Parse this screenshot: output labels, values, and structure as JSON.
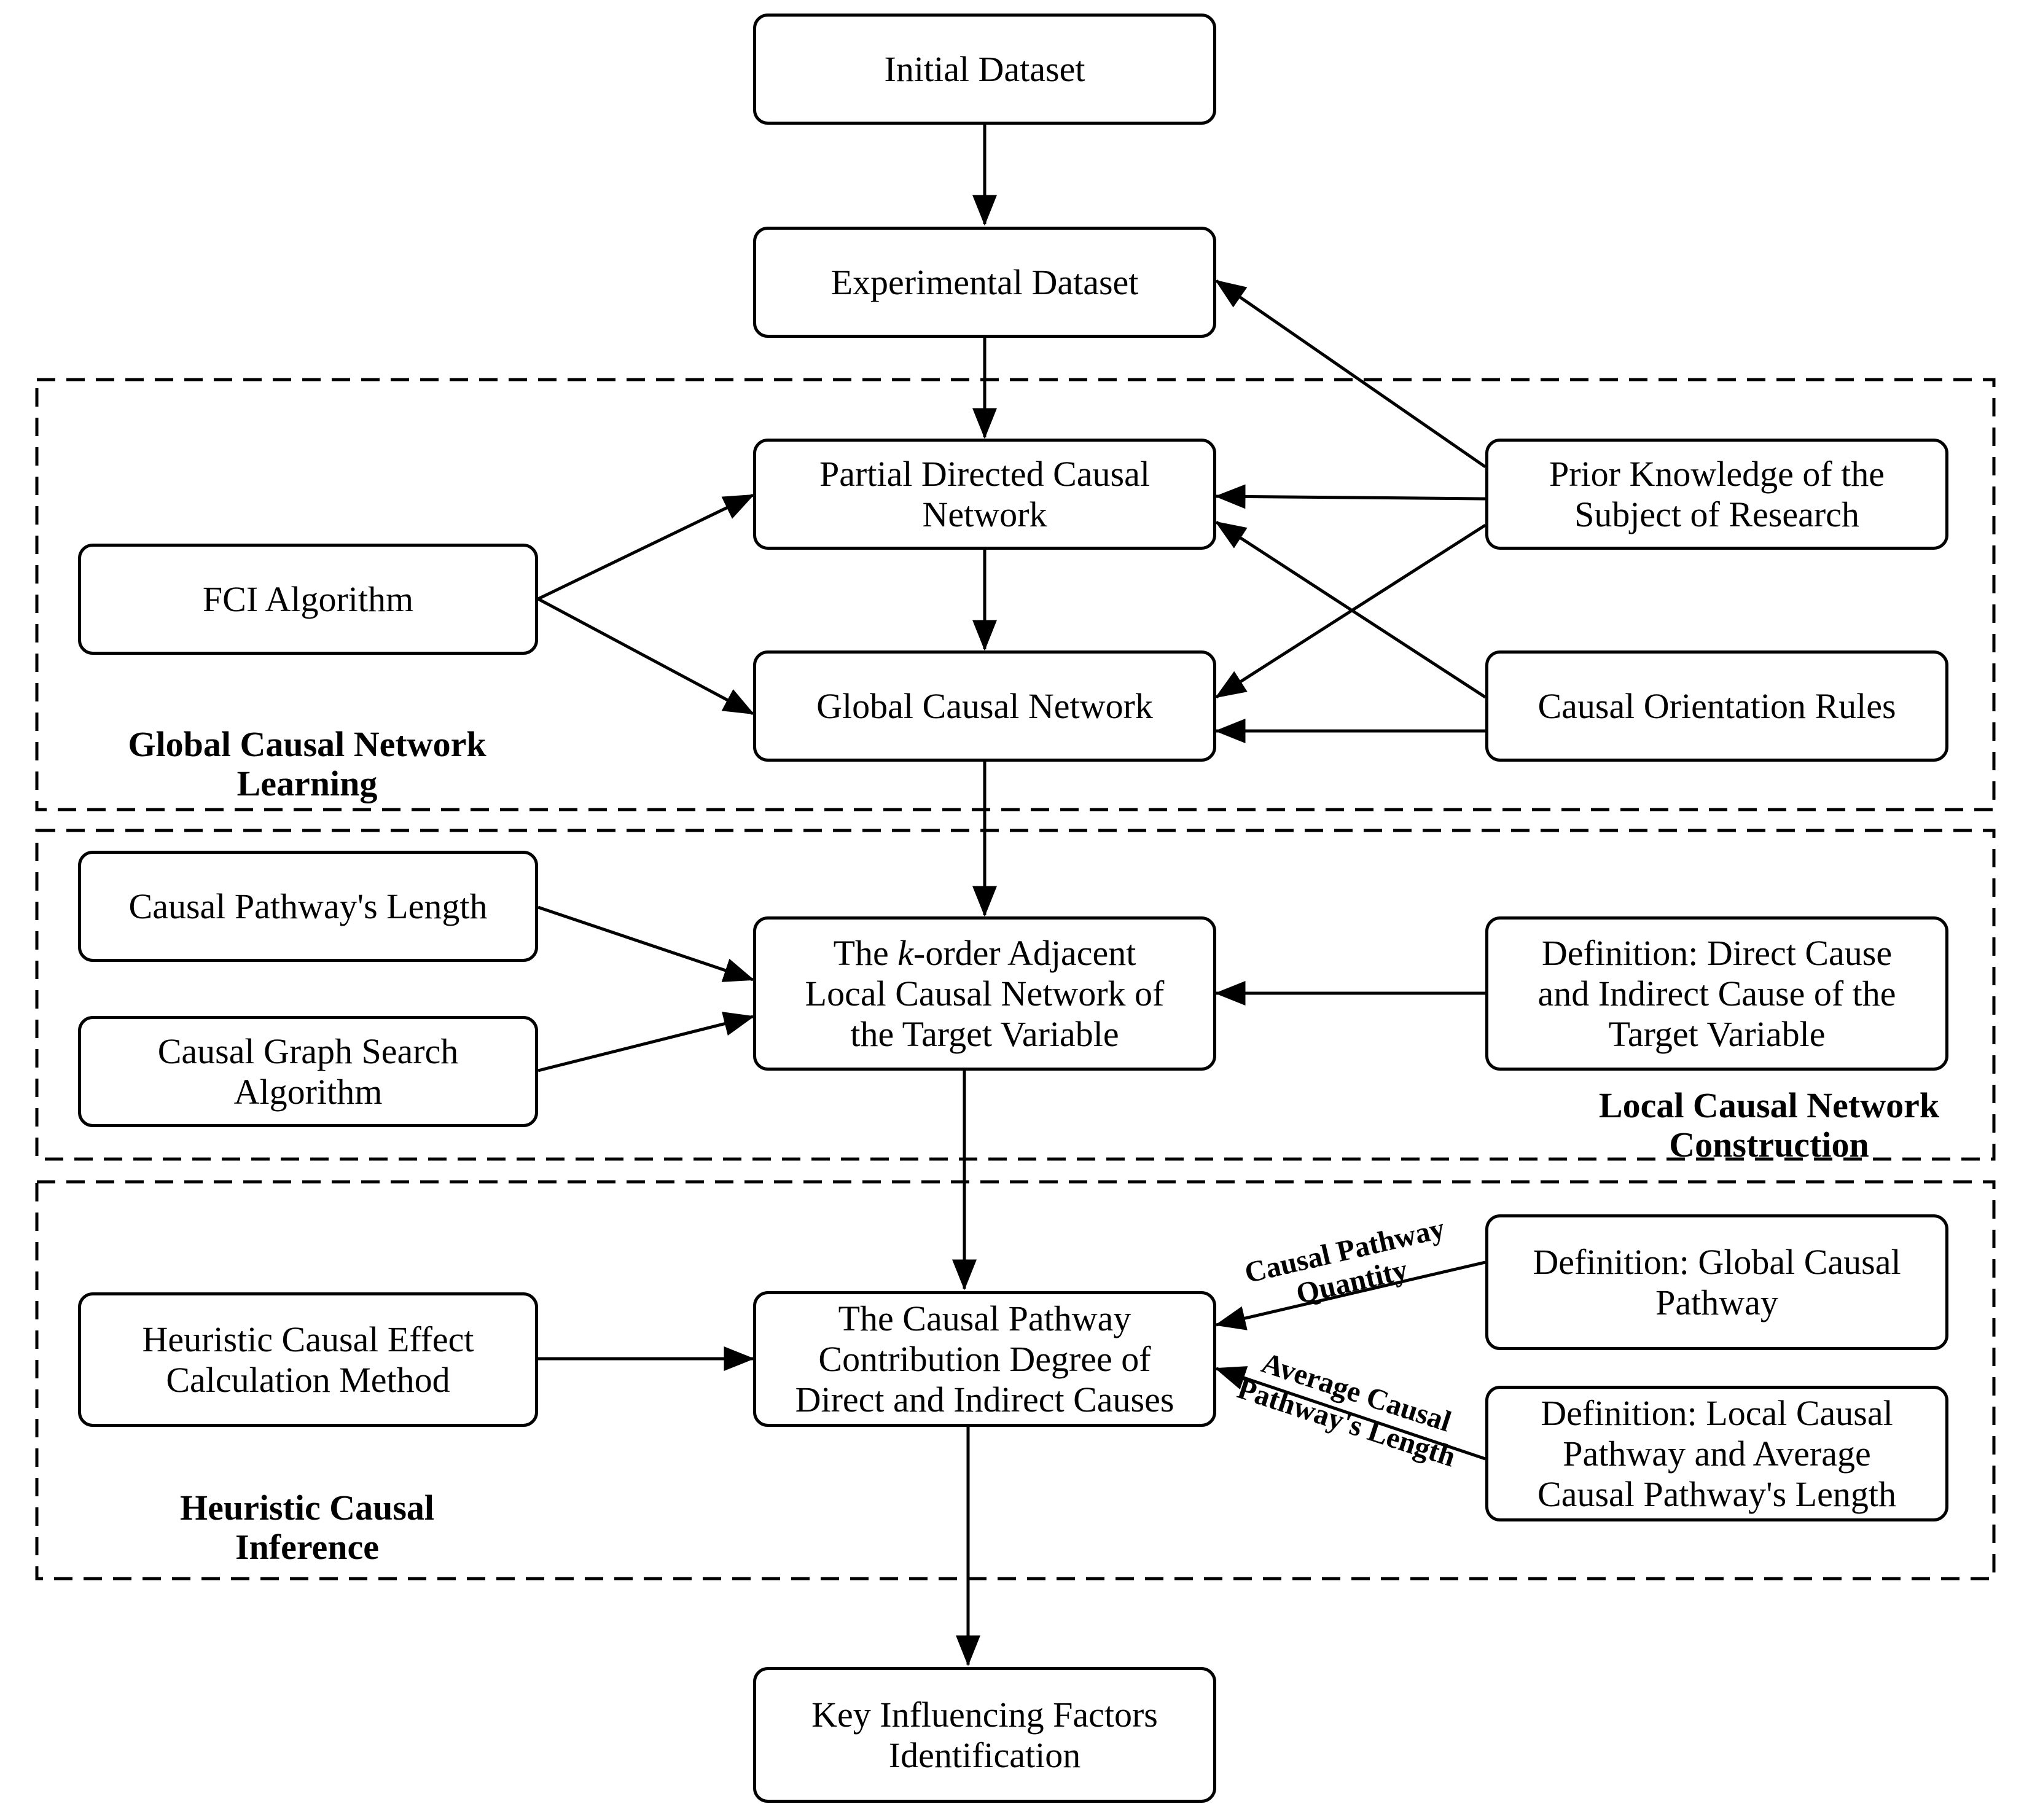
{
  "nodes": {
    "initial_dataset": [
      "Initial Dataset"
    ],
    "experimental_dataset": [
      "Experimental Dataset"
    ],
    "partial_directed": [
      "Partial Directed Causal",
      "Network"
    ],
    "fci_algorithm": [
      "FCI Algorithm"
    ],
    "global_causal_network": [
      "Global Causal Network"
    ],
    "prior_knowledge": [
      "Prior Knowledge of the",
      "Subject of Research"
    ],
    "orientation_rules": [
      "Causal Orientation Rules"
    ],
    "pathway_length": [
      "Causal Pathway's Length"
    ],
    "graph_search": [
      "Causal Graph Search",
      "Algorithm"
    ],
    "k_order_network": {
      "line1_pre": "The ",
      "line1_italic": "k",
      "line1_post": "-order Adjacent",
      "line2": "Local Causal Network of",
      "line3": "the Target Variable"
    },
    "definition_direct": [
      "Definition: Direct Cause",
      "and Indirect Cause of the",
      "Target Variable"
    ],
    "heuristic_method": [
      "Heuristic Causal Effect",
      "Calculation Method"
    ],
    "contribution_degree": [
      "The Causal Pathway",
      "Contribution Degree of",
      "Direct and Indirect Causes"
    ],
    "definition_global": [
      "Definition: Global Causal",
      "Pathway"
    ],
    "definition_local": [
      "Definition: Local Causal",
      "Pathway and Average",
      "Causal Pathway's Length"
    ],
    "key_factors": [
      "Key Influencing Factors",
      "Identification"
    ]
  },
  "sections": {
    "global_learning": [
      "Global Causal Network",
      "Learning"
    ],
    "local_construction": [
      "Local Causal Network",
      "Construction"
    ],
    "heuristic_inference": [
      "Heuristic Causal",
      "Inference"
    ]
  },
  "edge_labels": {
    "quantity": [
      "Causal Pathway",
      "Quantity"
    ],
    "average_length": [
      "Average Causal",
      "Pathway's Length"
    ]
  },
  "edges": [
    [
      "initial_dataset",
      "experimental_dataset"
    ],
    [
      "experimental_dataset",
      "partial_directed"
    ],
    [
      "prior_knowledge",
      "experimental_dataset"
    ],
    [
      "prior_knowledge",
      "partial_directed"
    ],
    [
      "prior_knowledge",
      "global_causal_network"
    ],
    [
      "orientation_rules",
      "partial_directed"
    ],
    [
      "orientation_rules",
      "global_causal_network"
    ],
    [
      "fci_algorithm",
      "partial_directed"
    ],
    [
      "fci_algorithm",
      "global_causal_network"
    ],
    [
      "partial_directed",
      "global_causal_network"
    ],
    [
      "global_causal_network",
      "k_order_network"
    ],
    [
      "pathway_length",
      "k_order_network"
    ],
    [
      "graph_search",
      "k_order_network"
    ],
    [
      "definition_direct",
      "k_order_network"
    ],
    [
      "k_order_network",
      "contribution_degree"
    ],
    [
      "heuristic_method",
      "contribution_degree"
    ],
    [
      "definition_global",
      "contribution_degree"
    ],
    [
      "definition_local",
      "contribution_degree"
    ],
    [
      "contribution_degree",
      "key_factors"
    ]
  ]
}
